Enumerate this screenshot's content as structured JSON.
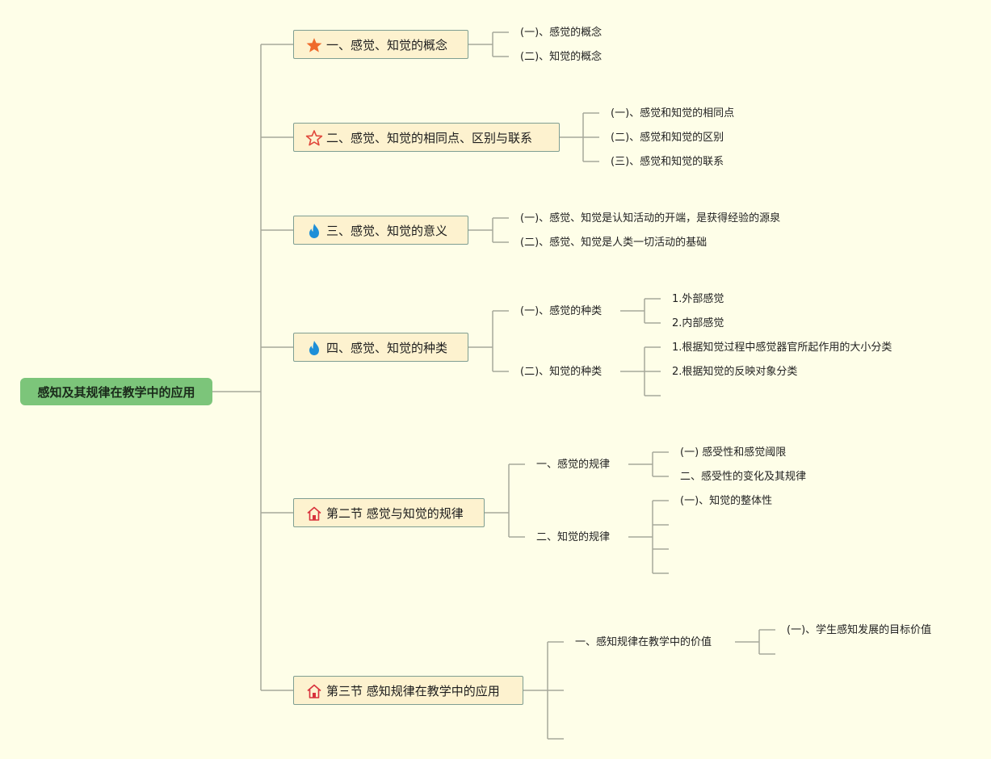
{
  "root": "感知及其规律在教学中的应用",
  "topics": [
    {
      "icon": "filled-star-icon",
      "label": "一、感觉、知觉的概念"
    },
    {
      "icon": "outline-star-icon",
      "label": "二、感觉、知觉的相同点、区别与联系"
    },
    {
      "icon": "flame-icon",
      "label": "三、感觉、知觉的意义"
    },
    {
      "icon": "flame-icon",
      "label": "四、感觉、知觉的种类"
    },
    {
      "icon": "house-icon",
      "label": "第二节 感觉与知觉的规律"
    },
    {
      "icon": "house-icon",
      "label": "第三节 感知规律在教学中的应用"
    }
  ],
  "t1": {
    "c1": "(一)、感觉的概念",
    "c2": "(二)、知觉的概念"
  },
  "t2": {
    "c1": "(一)、感觉和知觉的相同点",
    "c2": "(二)、感觉和知觉的区别",
    "c3": "(三)、感觉和知觉的联系"
  },
  "t3": {
    "c1": "(一)、感觉、知觉是认知活动的开端，是获得经验的源泉",
    "c2": "(二)、感觉、知觉是人类一切活动的基础"
  },
  "t4": {
    "c1": "(一)、感觉的种类",
    "c1a": "1.外部感觉",
    "c1b": "2.内部感觉",
    "c2": "(二)、知觉的种类",
    "c2a": "1.根据知觉过程中感觉器官所起作用的大小分类",
    "c2b": "2.根据知觉的反映对象分类"
  },
  "t5": {
    "c1": "一、感觉的规律",
    "c1a": "(一) 感受性和感觉阈限",
    "c1b": "二、感受性的变化及其规律",
    "c2": "二、知觉的规律",
    "c2a": "(一)、知觉的整体性"
  },
  "t6": {
    "c1": "一、感知规律在教学中的价值",
    "c1a": "(一)、学生感知发展的目标价值"
  },
  "colors": {
    "background": "#fefee8",
    "root": "#7cc57a",
    "topic_fill": "#fdf2cf",
    "topic_border": "#7f9e92",
    "line": "#a6a89a"
  }
}
